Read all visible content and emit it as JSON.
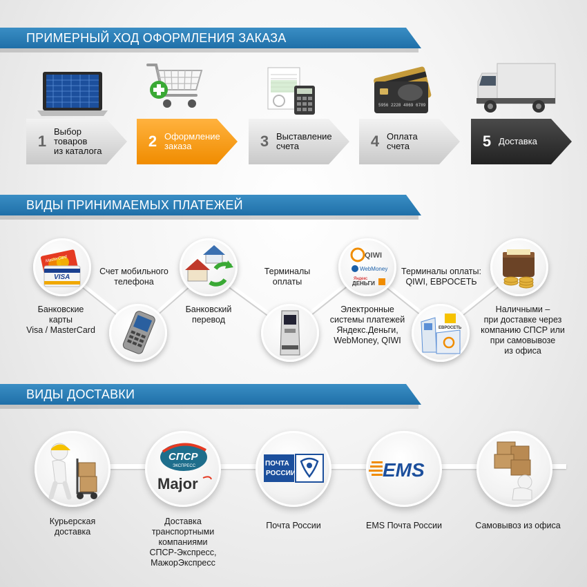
{
  "sections": {
    "order": "ПРИМЕРНЫЙ ХОД ОФОРМЛЕНИЯ ЗАКАЗА",
    "payments": "ВИДЫ ПРИНИМАЕМЫХ ПЛАТЕЖЕЙ",
    "delivery": "ВИДЫ ДОСТАВКИ"
  },
  "steps": [
    {
      "num": "1",
      "line1": "Выбор",
      "line2": "товаров",
      "line3": "из каталога",
      "icon": "laptop-icon"
    },
    {
      "num": "2",
      "line1": "Оформление",
      "line2": "заказа",
      "line3": "",
      "icon": "shopping-cart-icon"
    },
    {
      "num": "3",
      "line1": "Выставление",
      "line2": "счета",
      "line3": "",
      "icon": "invoice-calculator-icon"
    },
    {
      "num": "4",
      "line1": "Оплата",
      "line2": "счета",
      "line3": "",
      "icon": "credit-card-icon"
    },
    {
      "num": "5",
      "line1": "Доставка",
      "line2": "",
      "line3": "",
      "icon": "truck-icon"
    }
  ],
  "cards": {
    "mastercard": "MasterCard",
    "visa": "VISA"
  },
  "credit_card_number": "5956 2228 4069 6789",
  "payments": [
    {
      "line1": "Банковские",
      "line2": "карты",
      "line3": "Visa / MasterCard"
    },
    {
      "line1": "Счет мобильного",
      "line2": "телефона"
    },
    {
      "line1": "Банковский",
      "line2": "перевод"
    },
    {
      "line1": "Терминалы",
      "line2": "оплаты"
    },
    {
      "line1": "Электронные",
      "line2": "системы платежей",
      "line3": "Яндекс.Деньги,",
      "line4": "WebMoney, QIWI"
    },
    {
      "line1": "Терминалы оплаты:",
      "line2": "QIWI, ЕВРОСЕТЬ"
    },
    {
      "line1": "Наличными –",
      "line2": "при доставке через",
      "line3": "компанию СПСР или",
      "line4": "при самовывозе",
      "line5": "из офиса"
    }
  ],
  "epay_logos": {
    "qiwi": "QIWI",
    "webmoney": "WebMoney",
    "yandex1": "Яндекс",
    "yandex2": "ДЕНЬГИ"
  },
  "evroset": "ЕВРОСЕТЬ",
  "delivery": [
    {
      "line1": "Курьерская",
      "line2": "доставка"
    },
    {
      "line1": "Доставка",
      "line2": "транспортными",
      "line3": "компаниями",
      "line4": "СПСР-Экспресс,",
      "line5": "МажорЭкспресс"
    },
    {
      "line1": "Почта России"
    },
    {
      "line1": "EMS Почта России"
    },
    {
      "line1": "Самовывоз из офиса"
    }
  ],
  "logos": {
    "spsr": "СПСР",
    "spsr_sub": "ЭКСПРЕСС",
    "major": "Major",
    "pochta1": "ПОЧТА",
    "pochta2": "РОССИИ",
    "ems": "EMS"
  },
  "colors": {
    "banner": "#1f6fa8",
    "orange": "#f39200",
    "dark": "#2a2a2a",
    "green": "#3aa935"
  }
}
